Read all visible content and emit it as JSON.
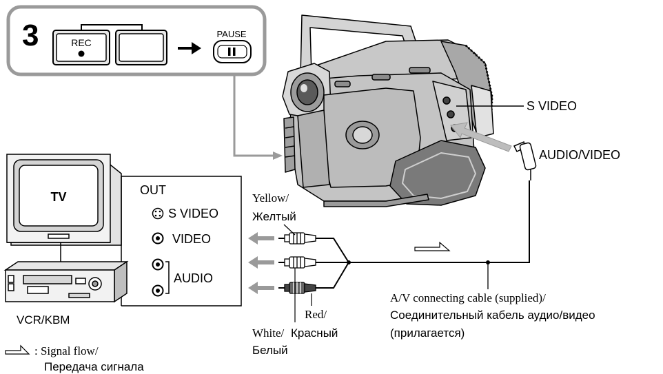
{
  "step": {
    "number": "3",
    "rec_label": "REC",
    "pause_label": "PAUSE"
  },
  "camcorder_ports": {
    "s_video": "S VIDEO",
    "audio_video": "AUDIO/VIDEO"
  },
  "tv": {
    "label": "TV"
  },
  "vcr": {
    "label": "VCR/KBM"
  },
  "out_panel": {
    "title": "OUT",
    "s_video": "S VIDEO",
    "video": "VIDEO",
    "audio": "AUDIO"
  },
  "plugs": {
    "yellow_line1": "Yellow/",
    "yellow_line2": "Желтый",
    "red_line1": "Red/",
    "red_line2": "Красный",
    "white_line1": "White/",
    "white_line2": "Белый"
  },
  "cable": {
    "line1": "A/V connecting cable (supplied)/",
    "line2": "Соединительный кабель аудио/видео",
    "line3": "(прилагается)"
  },
  "legend": {
    "line1": ": Signal flow/",
    "line2": "Передача сигнала"
  },
  "colors": {
    "ink": "#000000",
    "gray_frame": "#9a9a9a",
    "light_gray": "#d4d4d4",
    "mid_gray": "#b8b8b8"
  }
}
